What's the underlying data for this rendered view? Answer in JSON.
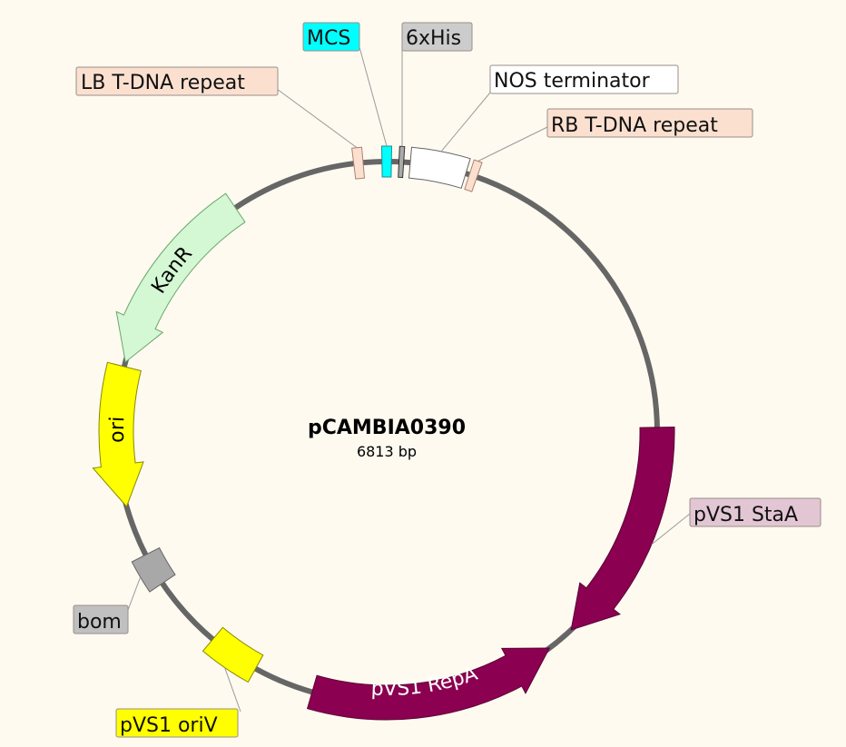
{
  "plasmid": {
    "name": "pCAMBIA0390",
    "size_label": "6813 bp",
    "backbone_color": "#666666"
  },
  "features": [
    {
      "id": "lb",
      "label": "LB T-DNA repeat",
      "kind": "box",
      "start": -7,
      "end": -5,
      "fill": "#fbe0d0",
      "stroke": "#b08070",
      "label_bg": "#fbe0d0",
      "outside": true
    },
    {
      "id": "mcs",
      "label": "MCS",
      "kind": "box",
      "start": -1,
      "end": 1,
      "fill": "#00ffff",
      "stroke": "#1a8f8f",
      "label_bg": "#00ffff",
      "outside": true
    },
    {
      "id": "his",
      "label": "6xHis",
      "kind": "box",
      "start": 2.6,
      "end": 3.6,
      "fill": "#aaaaaa",
      "stroke": "#333333",
      "label_bg": "#cccccc",
      "outside": true
    },
    {
      "id": "nos",
      "label": "NOS terminator",
      "kind": "box",
      "start": 5,
      "end": 17,
      "fill": "#ffffff",
      "stroke": "#666666",
      "label_bg": "#ffffff",
      "outside": true
    },
    {
      "id": "rb",
      "label": "RB T-DNA repeat",
      "kind": "box",
      "start": 17.8,
      "end": 19.5,
      "fill": "#fbe0d0",
      "stroke": "#b08070",
      "label_bg": "#fbe0d0",
      "outside": true
    },
    {
      "id": "stas",
      "label": "pVS1 StaA",
      "kind": "arrow",
      "start": 89,
      "end": 137,
      "dir": "cw",
      "fill": "#8b0050",
      "stroke": "#5a0035",
      "label_bg": "#e2c6d4",
      "outside": true
    },
    {
      "id": "repa",
      "label": "pVS1 RepA",
      "kind": "arrow",
      "start": 143,
      "end": 196,
      "dir": "ccw",
      "fill": "#8b0050",
      "stroke": "#5a0035",
      "text_color": "#ffffff",
      "outside": false
    },
    {
      "id": "oriv",
      "label": "pVS1 oriV",
      "kind": "box",
      "start": 209,
      "end": 220,
      "fill": "#ffff00",
      "stroke": "#888800",
      "label_bg": "#ffff00",
      "outside": true
    },
    {
      "id": "bom",
      "label": "bom",
      "kind": "box",
      "start": 236,
      "end": 243,
      "fill": "#a8a8a8",
      "stroke": "#666666",
      "label_bg": "#c0c0c0",
      "outside": true
    },
    {
      "id": "ori",
      "label": "ori",
      "kind": "arrow",
      "start": 254,
      "end": 284,
      "dir": "ccw",
      "fill": "#ffff00",
      "stroke": "#888800",
      "text_color": "#000000",
      "outside": false
    },
    {
      "id": "kanr",
      "label": "KanR",
      "kind": "arrow",
      "start": 285,
      "end": 326,
      "dir": "ccw",
      "fill": "#d4f7d4",
      "stroke": "#6aa86a",
      "text_color": "#000000",
      "outside": false
    }
  ]
}
